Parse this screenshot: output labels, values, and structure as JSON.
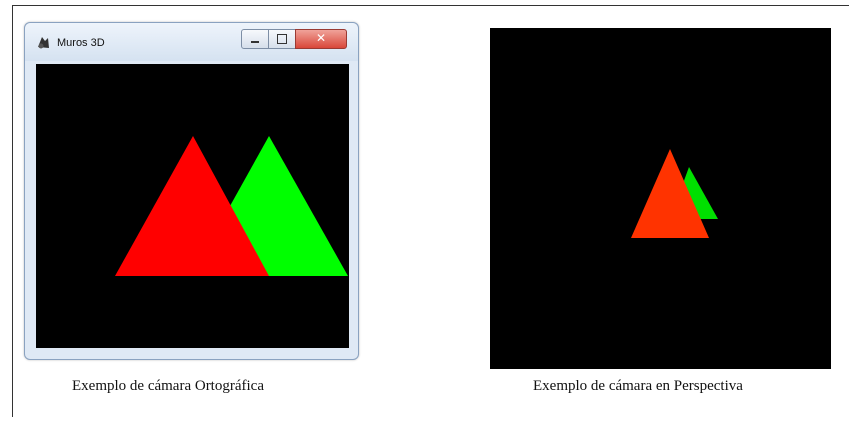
{
  "window": {
    "title": "Muros 3D",
    "app_icon": "app-logo-icon",
    "controls": [
      "minimize-button",
      "maximize-button",
      "close-button"
    ]
  },
  "scenes": {
    "orthographic": {
      "background": "#000000",
      "triangles": [
        {
          "name": "green-triangle",
          "color": "#00ff00"
        },
        {
          "name": "red-triangle",
          "color": "#ff0000"
        }
      ]
    },
    "perspective": {
      "background": "#000000",
      "triangles": [
        {
          "name": "green-triangle",
          "color": "#00e000"
        },
        {
          "name": "red-triangle",
          "color": "#ff3300"
        }
      ]
    }
  },
  "captions": {
    "left": "Exemplo de cámara Ortográfica",
    "right": "Exemplo de cámara en Perspectiva"
  },
  "colors": {
    "red": "#ff0000",
    "green": "#00ff00"
  }
}
